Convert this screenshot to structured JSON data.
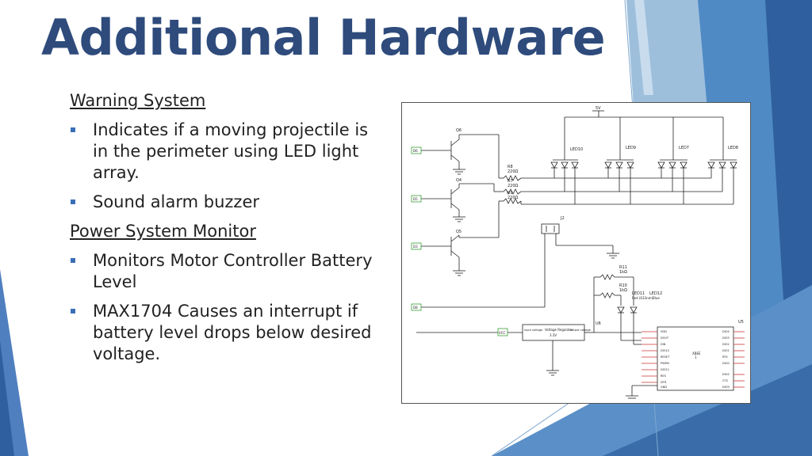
{
  "slide": {
    "title": "Additional Hardware",
    "sections": [
      {
        "heading": "Warning System",
        "bullets": [
          "Indicates if a moving projectile is in the perimeter using LED light array.",
          "Sound alarm buzzer"
        ]
      },
      {
        "heading": "Power System Monitor",
        "bullets": [
          "Monitors Motor Controller Battery Level",
          "MAX1704 Causes an interrupt if battery level drops below desired voltage."
        ]
      }
    ]
  },
  "schematic": {
    "supply": "5V",
    "transistors": [
      "Q6",
      "Q4",
      "Q5"
    ],
    "resistors": [
      {
        "ref": "R8",
        "value": "220Ω"
      },
      {
        "ref": "R7",
        "value": "220Ω"
      },
      {
        "ref": "R9",
        "value": "220Ω"
      },
      {
        "ref": "R11",
        "value": "1kΩ"
      },
      {
        "ref": "R10",
        "value": "1kΩ"
      }
    ],
    "led_groups": [
      "LED10",
      "LED9",
      "LED7",
      "LED8"
    ],
    "buzzer": "J2",
    "status_leds": [
      {
        "ref": "LED11",
        "desc": "Red (633nm)"
      },
      {
        "ref": "LED12",
        "desc": "Blue"
      }
    ],
    "regulator": {
      "input": "input voltage",
      "name": "Voltage Regulator",
      "value": "3.3V",
      "output": "output voltage"
    },
    "nets": {
      "u6": "U6",
      "u5": "U5",
      "vcc": "VCC"
    },
    "inputs": [
      "D6",
      "D5",
      "D3",
      "D8"
    ],
    "xbee": {
      "name": "XBEE",
      "sub": "1",
      "left_pins": [
        "VDD",
        "DOUT",
        "DIN",
        "DIO12",
        "RESET",
        "PWM0",
        "DIO11",
        "RES",
        "DTR",
        "GND"
      ],
      "right_pins": [
        "DIO4",
        "DIO3",
        "DIO2",
        "DIO1",
        "RTS",
        "DIO0",
        "DIO5",
        "CTS",
        "DIO9"
      ]
    }
  }
}
